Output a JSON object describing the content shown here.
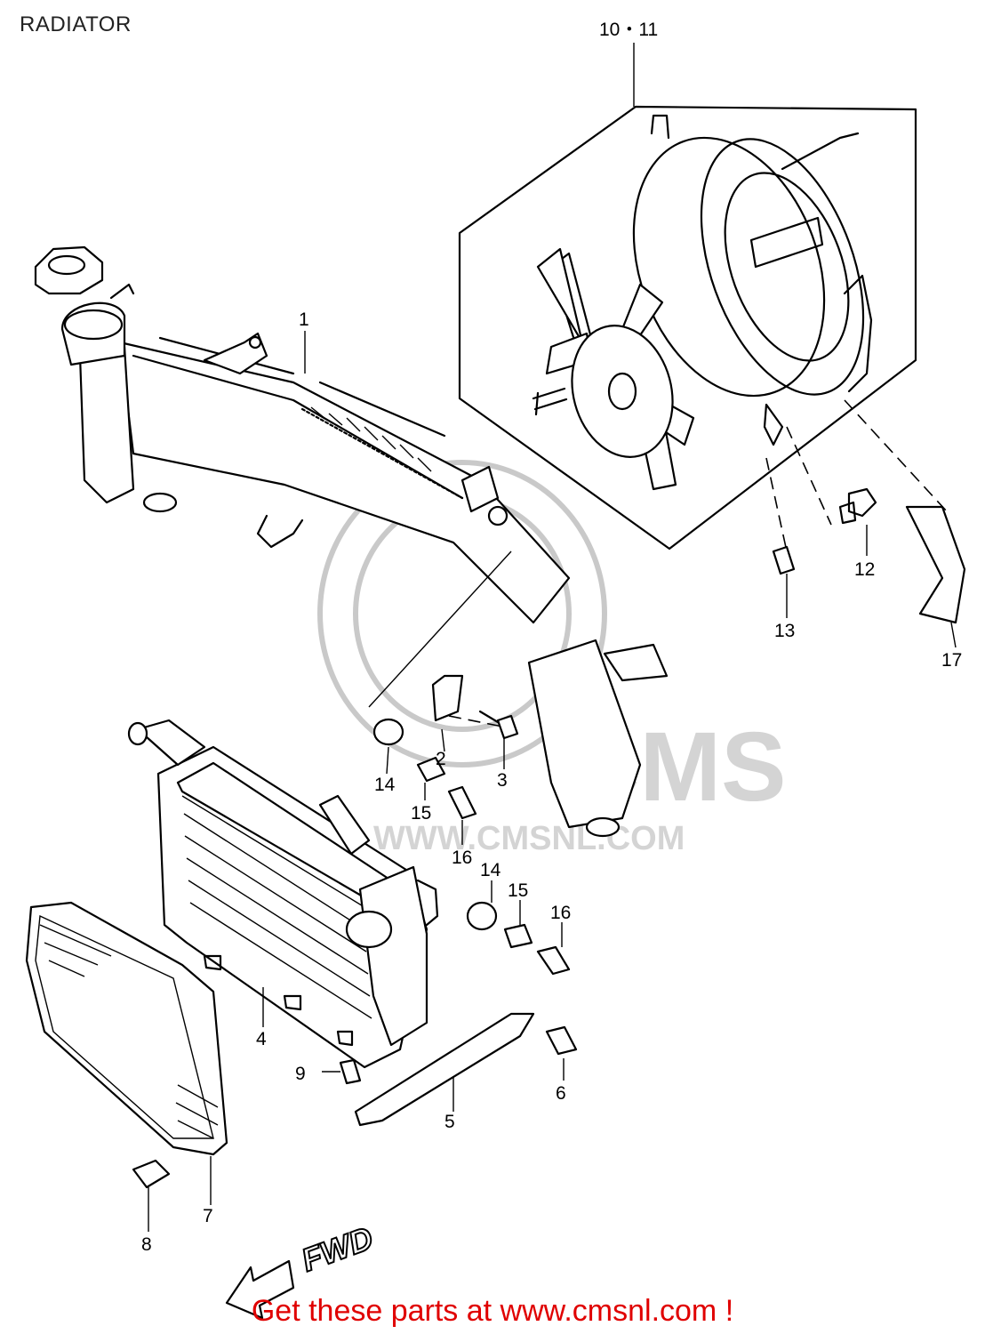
{
  "page_title": "RADIATOR",
  "callouts": {
    "c1": "1",
    "c2": "2",
    "c3": "3",
    "c4": "4",
    "c5": "5",
    "c6": "6",
    "c7": "7",
    "c8": "8",
    "c9": "9",
    "c10_11": "10・11",
    "c12": "12",
    "c13": "13",
    "c14a": "14",
    "c14b": "14",
    "c15a": "15",
    "c15b": "15",
    "c16a": "16",
    "c16b": "16",
    "c17": "17"
  },
  "watermark": {
    "text": "WWW.CMSNL.COM",
    "logo": "CMS"
  },
  "direction_label": "FWD",
  "footer": "Get these parts at www.cmsnl.com !",
  "colors": {
    "footer": "#e00000",
    "line": "#000000",
    "watermark": "#c9c9c9"
  }
}
